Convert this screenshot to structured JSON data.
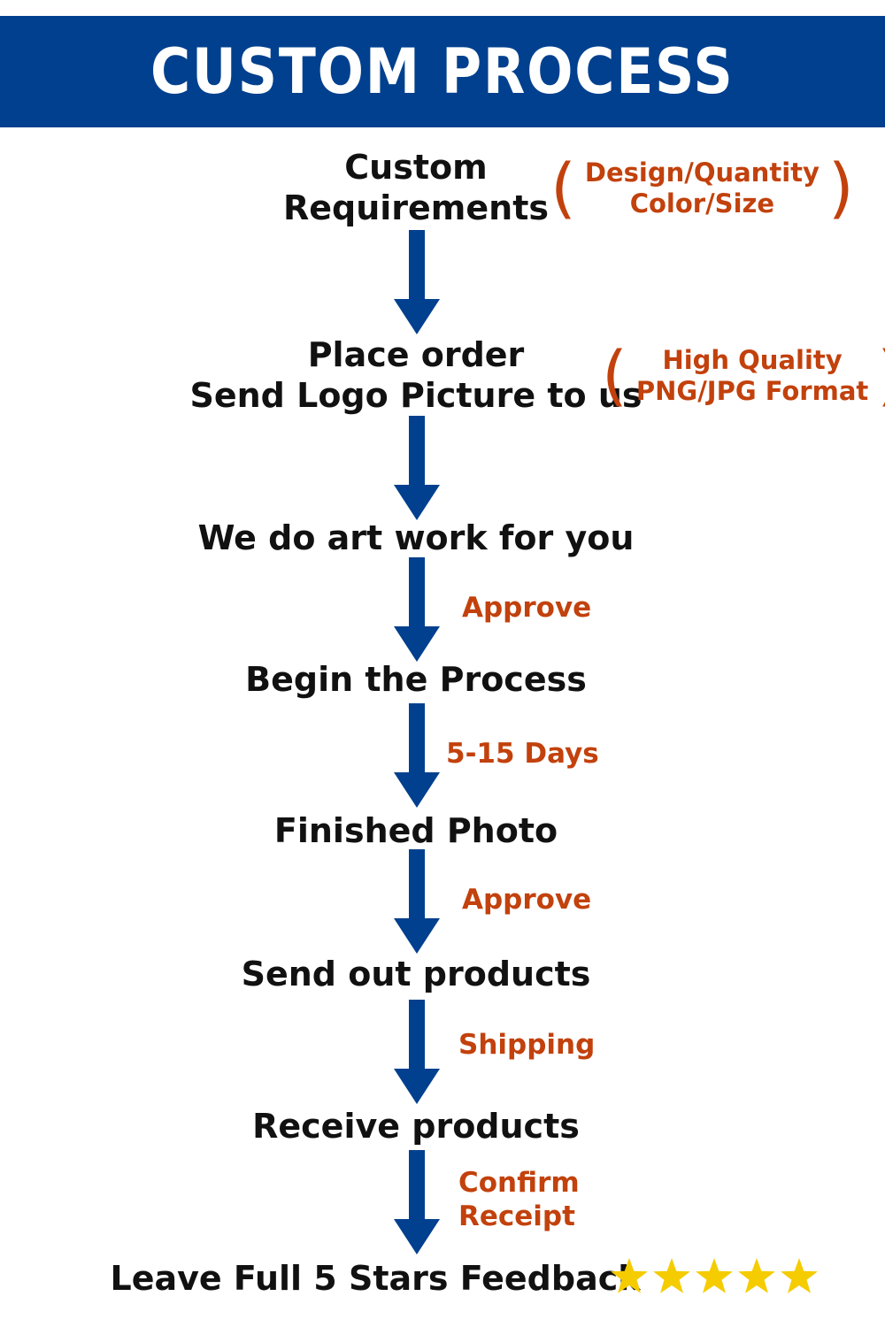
{
  "colors": {
    "banner_bg": "#00408e",
    "arrow": "#00408e",
    "step_text": "#111111",
    "note_text": "#c2410c",
    "star": "#f5cc00"
  },
  "header": {
    "title": "CUSTOM PROCESS"
  },
  "steps": [
    {
      "lines": [
        "Custom",
        "Requirements"
      ]
    },
    {
      "lines": [
        "Place order",
        "Send Logo Picture to us"
      ]
    },
    {
      "lines": [
        "We do art work for you"
      ]
    },
    {
      "lines": [
        "Begin the Process"
      ]
    },
    {
      "lines": [
        "Finished Photo"
      ]
    },
    {
      "lines": [
        "Send out products"
      ]
    },
    {
      "lines": [
        "Receive products"
      ]
    },
    {
      "lines": [
        "Leave Full 5 Stars Feedback"
      ]
    }
  ],
  "side_notes": [
    {
      "lines": [
        "Design/Quantity",
        "Color/Size"
      ]
    },
    {
      "lines": [
        "High Quality",
        "PNG/JPG Format"
      ]
    }
  ],
  "arrow_labels": [
    {
      "lines": [
        ""
      ]
    },
    {
      "lines": [
        ""
      ]
    },
    {
      "lines": [
        "Approve"
      ]
    },
    {
      "lines": [
        "5-15 Days"
      ]
    },
    {
      "lines": [
        "Approve"
      ]
    },
    {
      "lines": [
        "Shipping"
      ]
    },
    {
      "lines": [
        "Confirm",
        "Receipt"
      ]
    }
  ],
  "feedback": {
    "stars": 5,
    "icon": "star-icon"
  },
  "parens": {
    "open": "(",
    "close": ")"
  }
}
